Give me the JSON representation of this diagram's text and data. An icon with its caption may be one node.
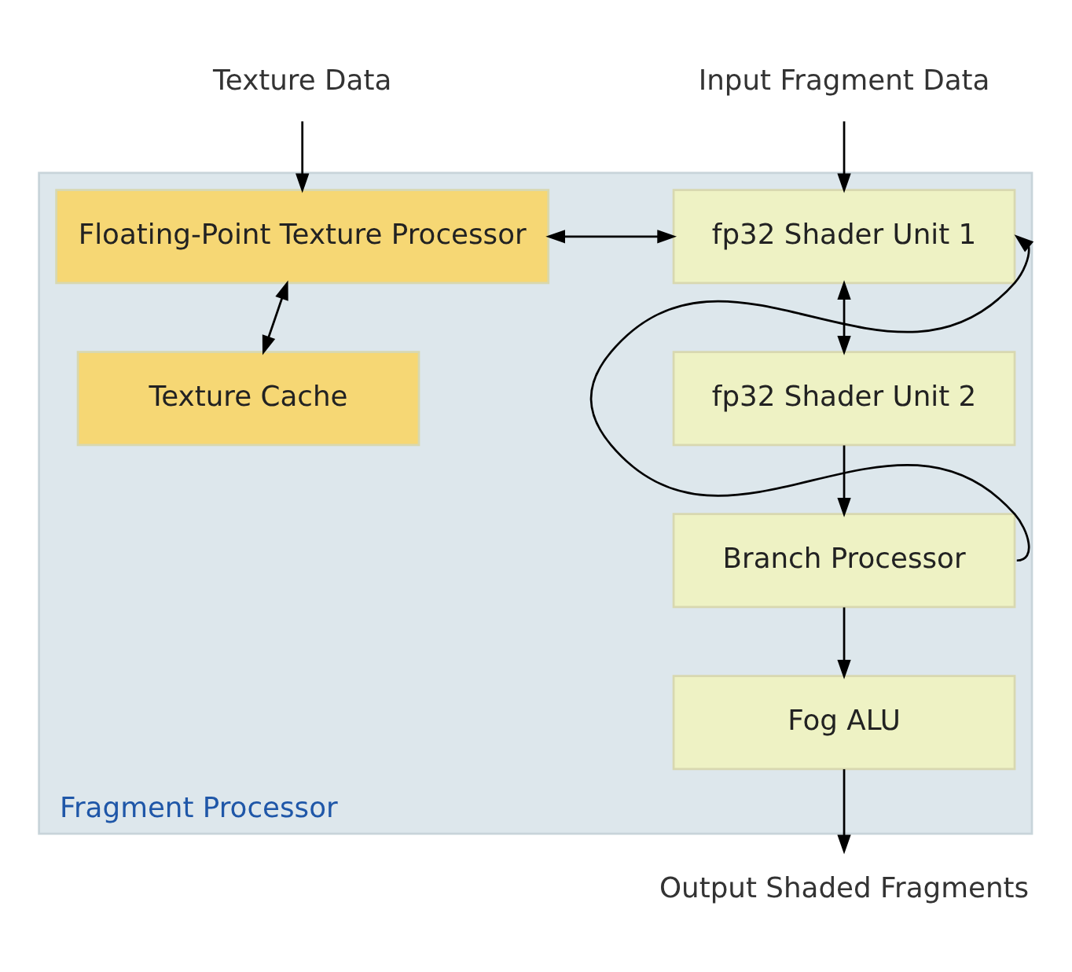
{
  "diagram": {
    "nodes": [
      {
        "text": [
          "Fragment Processor"
        ]
      },
      {
        "text": [
          "Floating-Point Texture Processor"
        ],
        "in": 0
      },
      {
        "text": [
          "Texture Cache"
        ],
        "in": 0
      },
      {
        "text": [
          "fp32 Shader Unit 1"
        ],
        "in": 0
      },
      {
        "text": [
          "fp32 Shader Unit 2"
        ],
        "in": 0
      },
      {
        "text": [
          "Branch Processor"
        ],
        "in": 0
      },
      {
        "text": [
          "Fog ALU"
        ],
        "in": 0
      },
      {
        "text": [
          "Texture Data"
        ]
      },
      {
        "text": [
          "Input Fragment Data"
        ]
      },
      {
        "text": [
          "Output Shaded Fragments"
        ]
      }
    ],
    "edges": [
      {
        "from": 7,
        "to": 1,
        "arrow": "to"
      },
      {
        "from": 8,
        "to": 3,
        "arrow": "to"
      },
      {
        "from": 1,
        "to": 3,
        "arrow": "both"
      },
      {
        "from": 1,
        "to": 2,
        "arrow": "both"
      },
      {
        "from": 3,
        "to": 4,
        "arrow": "both"
      },
      {
        "from": 4,
        "to": 5,
        "arrow": "to"
      },
      {
        "from": 5,
        "to": 3,
        "arrow": "to"
      },
      {
        "from": 5,
        "to": 6,
        "arrow": "to"
      },
      {
        "from": 6,
        "to": 9,
        "arrow": "to"
      }
    ]
  }
}
